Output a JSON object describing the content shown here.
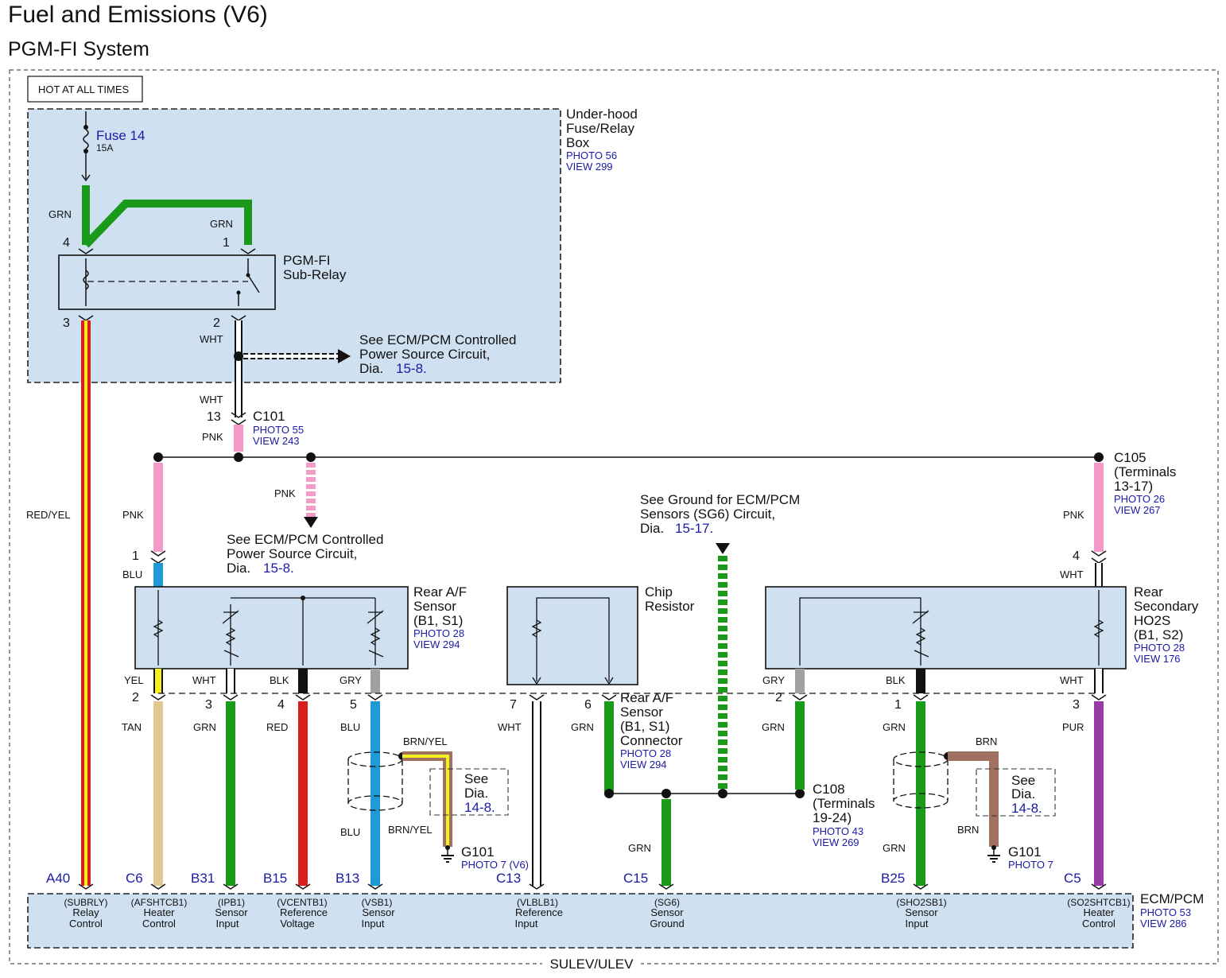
{
  "header": {
    "title": "Fuel and Emissions (V6)",
    "subtitle": "PGM-FI System"
  },
  "footer": {
    "variant": "SULEV/ULEV"
  },
  "hot_label": "HOT AT ALL TIMES",
  "fuse": {
    "name": "Fuse 14",
    "rating": "15A"
  },
  "fuse_box": {
    "line1": "Under-hood",
    "line2": "Fuse/Relay",
    "line3": "Box",
    "photo": "PHOTO 56",
    "view": "VIEW 299"
  },
  "relay": {
    "line1": "PGM-FI",
    "line2": "Sub-Relay",
    "pin4": "4",
    "pin1": "1",
    "pin3": "3",
    "pin2": "2"
  },
  "wires": {
    "grn": "GRN",
    "wht": "WHT",
    "pnk": "PNK",
    "red_yel": "RED/YEL",
    "blu": "BLU",
    "yel": "YEL",
    "blk": "BLK",
    "gry": "GRY",
    "tan": "TAN",
    "red": "RED",
    "brn_yel": "BRN/YEL",
    "brn": "BRN",
    "pur": "PUR"
  },
  "ref_power1": {
    "line1": "See ECM/PCM Controlled",
    "line2": "Power Source Circuit,",
    "dia_prefix": "Dia.",
    "dia": "15-8."
  },
  "ref_power2": {
    "line1": "See ECM/PCM Controlled",
    "line2": "Power Source Circuit,",
    "dia_prefix": "Dia.",
    "dia": "15-8."
  },
  "ref_ground": {
    "line1": "See Ground for ECM/PCM",
    "line2": "Sensors (SG6) Circuit,",
    "dia_prefix": "Dia.",
    "dia": "15-17."
  },
  "c101": {
    "name": "C101",
    "pin": "13",
    "photo": "PHOTO 55",
    "view": "VIEW 243"
  },
  "c105": {
    "name": "C105",
    "line2": "(Terminals",
    "line3": "13-17)",
    "photo": "PHOTO 26",
    "view": "VIEW 267"
  },
  "c108": {
    "name": "C108",
    "line2": "(Terminals",
    "line3": "19-24)",
    "photo": "PHOTO 43",
    "view": "VIEW 269"
  },
  "af_sensor": {
    "line1": "Rear A/F",
    "line2": "Sensor",
    "line3": "(B1, S1)",
    "photo": "PHOTO 28",
    "view": "VIEW 294",
    "pins": [
      "1",
      "2",
      "3",
      "4",
      "5"
    ]
  },
  "chip_resistor": {
    "line1": "Chip",
    "line2": "Resistor",
    "pins": [
      "7",
      "6"
    ]
  },
  "af_connector": {
    "line1": "Rear A/F",
    "line2": "Sensor",
    "line3": "(B1, S1)",
    "line4": "Connector",
    "photo": "PHOTO 28",
    "view": "VIEW 294"
  },
  "ho2s": {
    "line1": "Rear",
    "line2": "Secondary",
    "line3": "HO2S",
    "line4": "(B1, S2)",
    "photo": "PHOTO 28",
    "view": "VIEW 176",
    "pins": [
      "2",
      "1",
      "3",
      "4"
    ]
  },
  "see_dia": {
    "line1": "See",
    "line2": "Dia.",
    "dia": "14-8."
  },
  "g101_left": {
    "name": "G101",
    "photo": "PHOTO 7 (V6)"
  },
  "g101_right": {
    "name": "G101",
    "photo": "PHOTO 7"
  },
  "ecm": {
    "name": "ECM/PCM",
    "photo": "PHOTO 53",
    "view": "VIEW 286"
  },
  "terminals": [
    {
      "id": "A40",
      "code": "(SUBRLY)",
      "l1": "Relay",
      "l2": "Control"
    },
    {
      "id": "C6",
      "code": "(AFSHTCB1)",
      "l1": "Heater",
      "l2": "Control"
    },
    {
      "id": "B31",
      "code": "(IPB1)",
      "l1": "Sensor",
      "l2": "Input"
    },
    {
      "id": "B15",
      "code": "(VCENTB1)",
      "l1": "Reference",
      "l2": "Voltage"
    },
    {
      "id": "B13",
      "code": "(VSB1)",
      "l1": "Sensor",
      "l2": "Input"
    },
    {
      "id": "C13",
      "code": "(VLBLB1)",
      "l1": "Reference",
      "l2": "Input"
    },
    {
      "id": "C15",
      "code": "(SG6)",
      "l1": "Sensor",
      "l2": "Ground"
    },
    {
      "id": "B25",
      "code": "(SHO2SB1)",
      "l1": "Sensor",
      "l2": "Input"
    },
    {
      "id": "C5",
      "code": "(SO2SHTCB1)",
      "l1": "Heater",
      "l2": "Control"
    }
  ],
  "colors": {
    "panel": "#cfe0f0",
    "grn": "#1a9a1a",
    "pnk": "#f49ac8",
    "blu": "#1e9ad6",
    "red": "#d81e1e",
    "yel": "#f4f01e",
    "tan": "#e0c890",
    "gry": "#a0a0a0",
    "pur": "#9a3aa8",
    "brn": "#a07060",
    "link": "#1a1aa8"
  }
}
